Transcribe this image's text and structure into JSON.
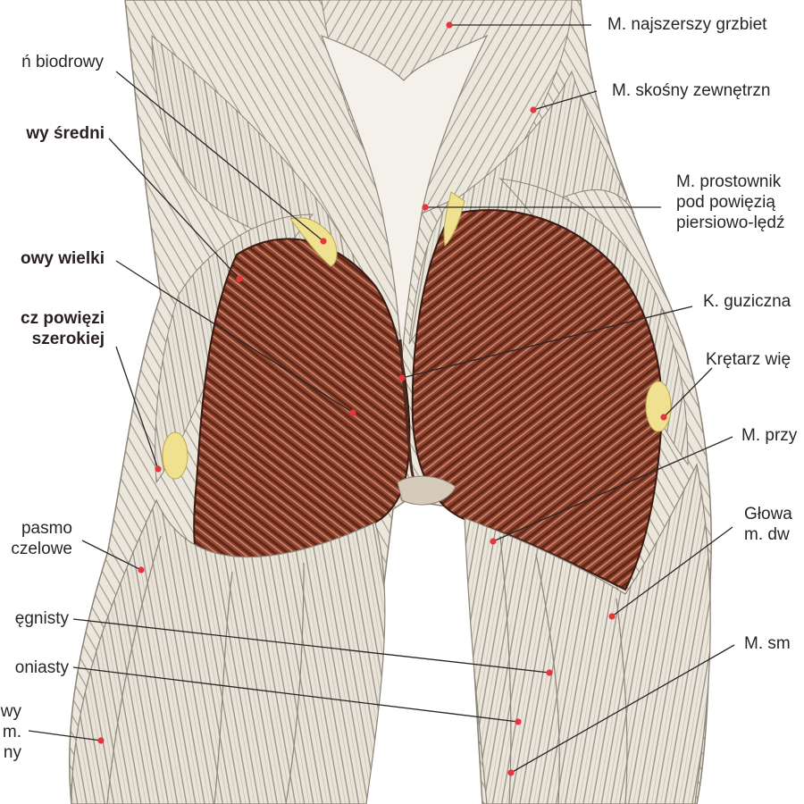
{
  "labels": {
    "l1": "ń biodrowy",
    "l2": "wy średni",
    "l3": "owy wielki",
    "l4": "cz powięzi\nszerokiej",
    "l5": "pasmo\nczelowe",
    "l6": "ęgnisty",
    "l7": "oniasty",
    "l8": "wy\nm.\nny",
    "r1": "M. najszerszy grzbiet",
    "r2": "M. skośny zewnętrzn",
    "r3": "M. prostownik\npod powięzią\npiersiowo-lędź",
    "r4": "K. guziczna",
    "r5": "Krętarz wię",
    "r6": "M. przy",
    "r7": "Głowa\nm. dw",
    "r8": "M. sm"
  },
  "colors": {
    "skin": "#ece8df",
    "muscle_dark": "#7e3b2c",
    "muscle_mid": "#a9553f",
    "muscle_light": "#c98a72",
    "fascia": "#f3f0e8",
    "tendon_yellow": "#efe190",
    "pointer_line": "#2a2626",
    "pointer_dot": "#e8343c"
  }
}
